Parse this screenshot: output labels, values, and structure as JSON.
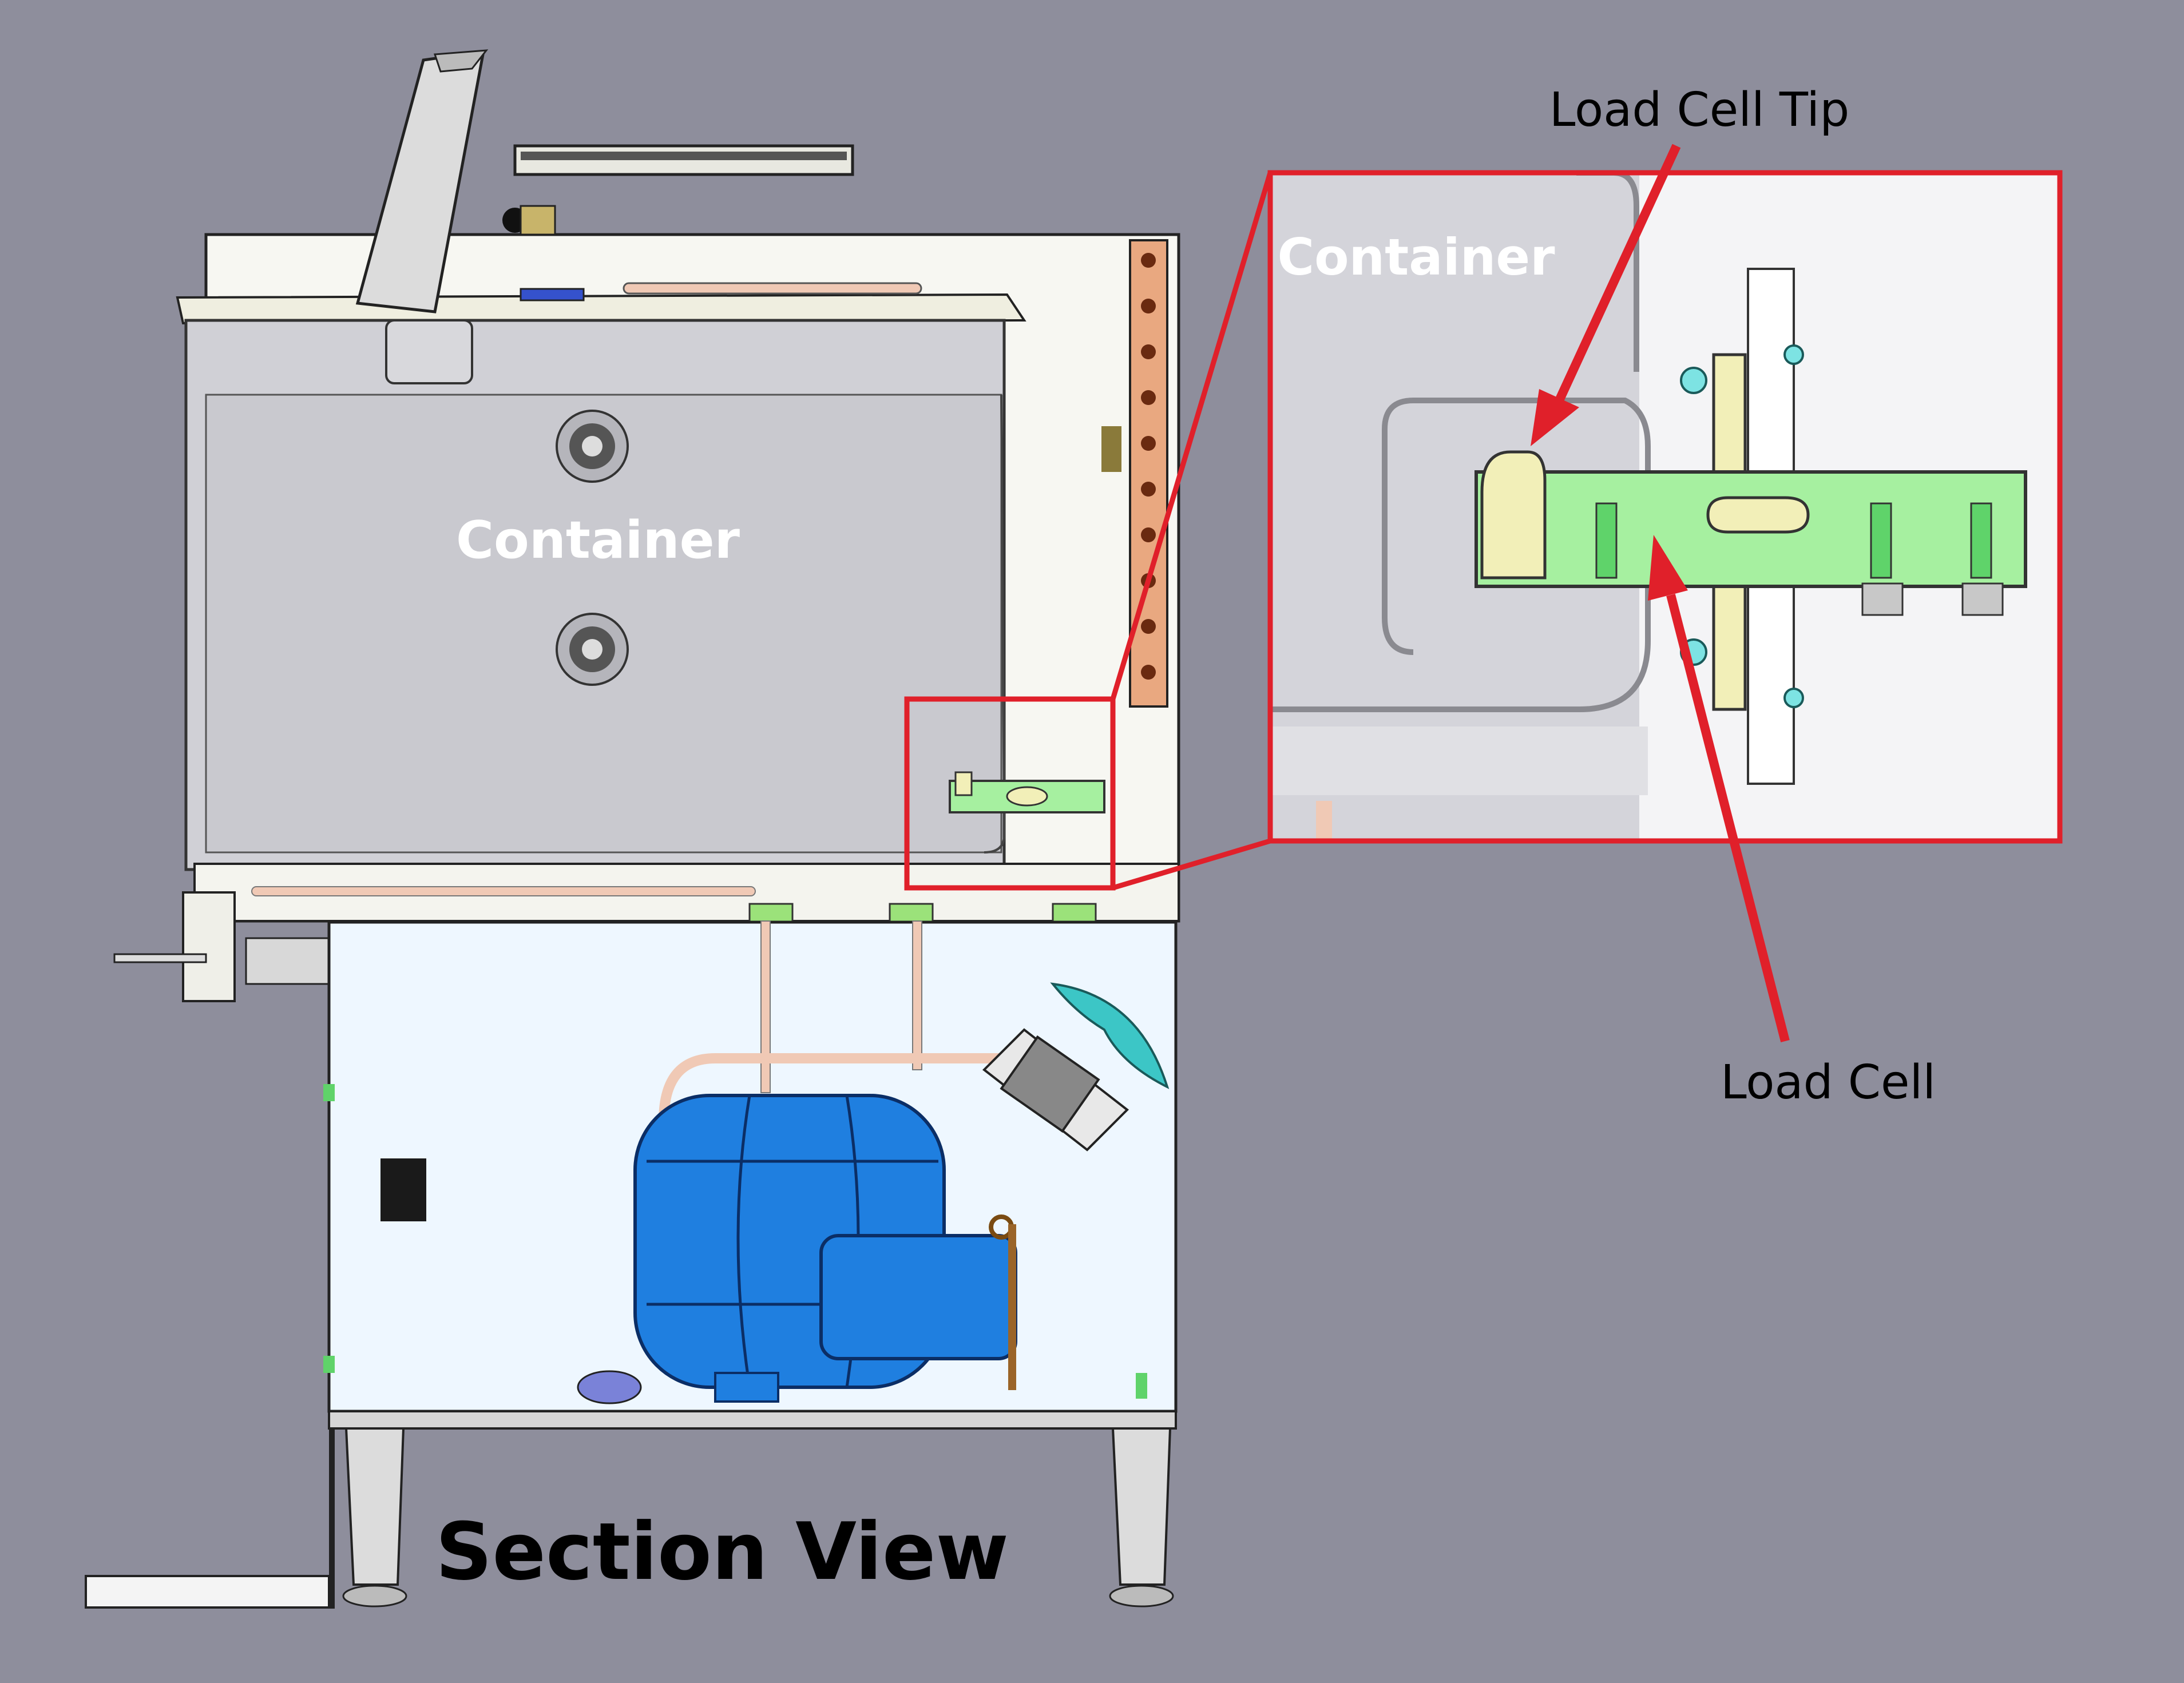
{
  "labels": {
    "main_container": "Container",
    "inset_container": "Container",
    "load_cell_tip": "Load Cell Tip",
    "load_cell": "Load Cell",
    "section_view": "Section View"
  },
  "colors": {
    "background": "#8e8e9c",
    "callout_red": "#e0202a",
    "compressor_blue": "#1f7fe0",
    "load_cell_green": "#a6f0a0",
    "load_cell_tip_cream": "#f2efb8",
    "fan_teal": "#3cc6c6",
    "container_gray": "#cfcfd6",
    "cabinet_panel": "#eef7ff"
  }
}
